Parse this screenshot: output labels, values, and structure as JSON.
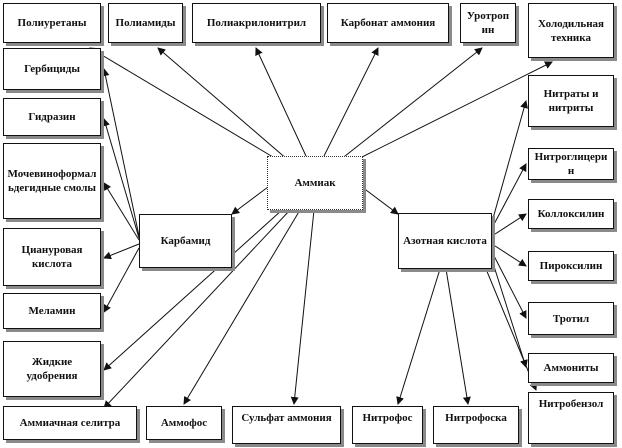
{
  "diagram": {
    "center": {
      "label": "Аммиак"
    },
    "hubs": {
      "carbamide": {
        "label": "Карбамид"
      },
      "nitric_acid": {
        "label": "Азотная кислота"
      }
    },
    "ammonia_products_top": [
      {
        "id": "polyurethanes",
        "label": "Полиуретаны"
      },
      {
        "id": "polyamides",
        "label": "Полиамиды"
      },
      {
        "id": "polyacrylonitrile",
        "label": "Полиакрилонитрил"
      },
      {
        "id": "ammonium-carbonate",
        "label": "Карбонат аммония"
      },
      {
        "id": "urotropin",
        "label": "Уротропин"
      },
      {
        "id": "refrigeration",
        "label": "Холодильная техника"
      }
    ],
    "carbamide_products": [
      {
        "id": "herbicides",
        "label": "Гербициды"
      },
      {
        "id": "hydrazine",
        "label": "Гидразин"
      },
      {
        "id": "urea-formaldehyde-resins",
        "label": "Мочевиноформальдегидные смолы"
      },
      {
        "id": "cyanuric-acid",
        "label": "Циануровая кислота"
      },
      {
        "id": "melamine",
        "label": "Меламин"
      }
    ],
    "nitric_acid_products": [
      {
        "id": "nitrates-nitrites",
        "label": "Нитраты и нитриты"
      },
      {
        "id": "nitroglycerin",
        "label": "Нитроглицерин"
      },
      {
        "id": "collodion",
        "label": "Коллоксилин"
      },
      {
        "id": "pyroxylin",
        "label": "Пироксилин"
      },
      {
        "id": "trotyl",
        "label": "Тротил"
      },
      {
        "id": "ammonites",
        "label": "Аммониты"
      }
    ],
    "fertilizers_bottom": [
      {
        "id": "liquid-fertilizers",
        "label": "Жидкие удобрения"
      },
      {
        "id": "ammonium-nitrate",
        "label": "Аммиачная селитра"
      },
      {
        "id": "ammophos",
        "label": "Аммофос"
      },
      {
        "id": "ammonium-sulfate",
        "label": "Сульфат аммония"
      },
      {
        "id": "nitrophos",
        "label": "Нитрофос"
      },
      {
        "id": "nitrophoska",
        "label": "Нитрофоска"
      },
      {
        "id": "nitrobenzene",
        "label": "Нитробензол"
      }
    ]
  }
}
